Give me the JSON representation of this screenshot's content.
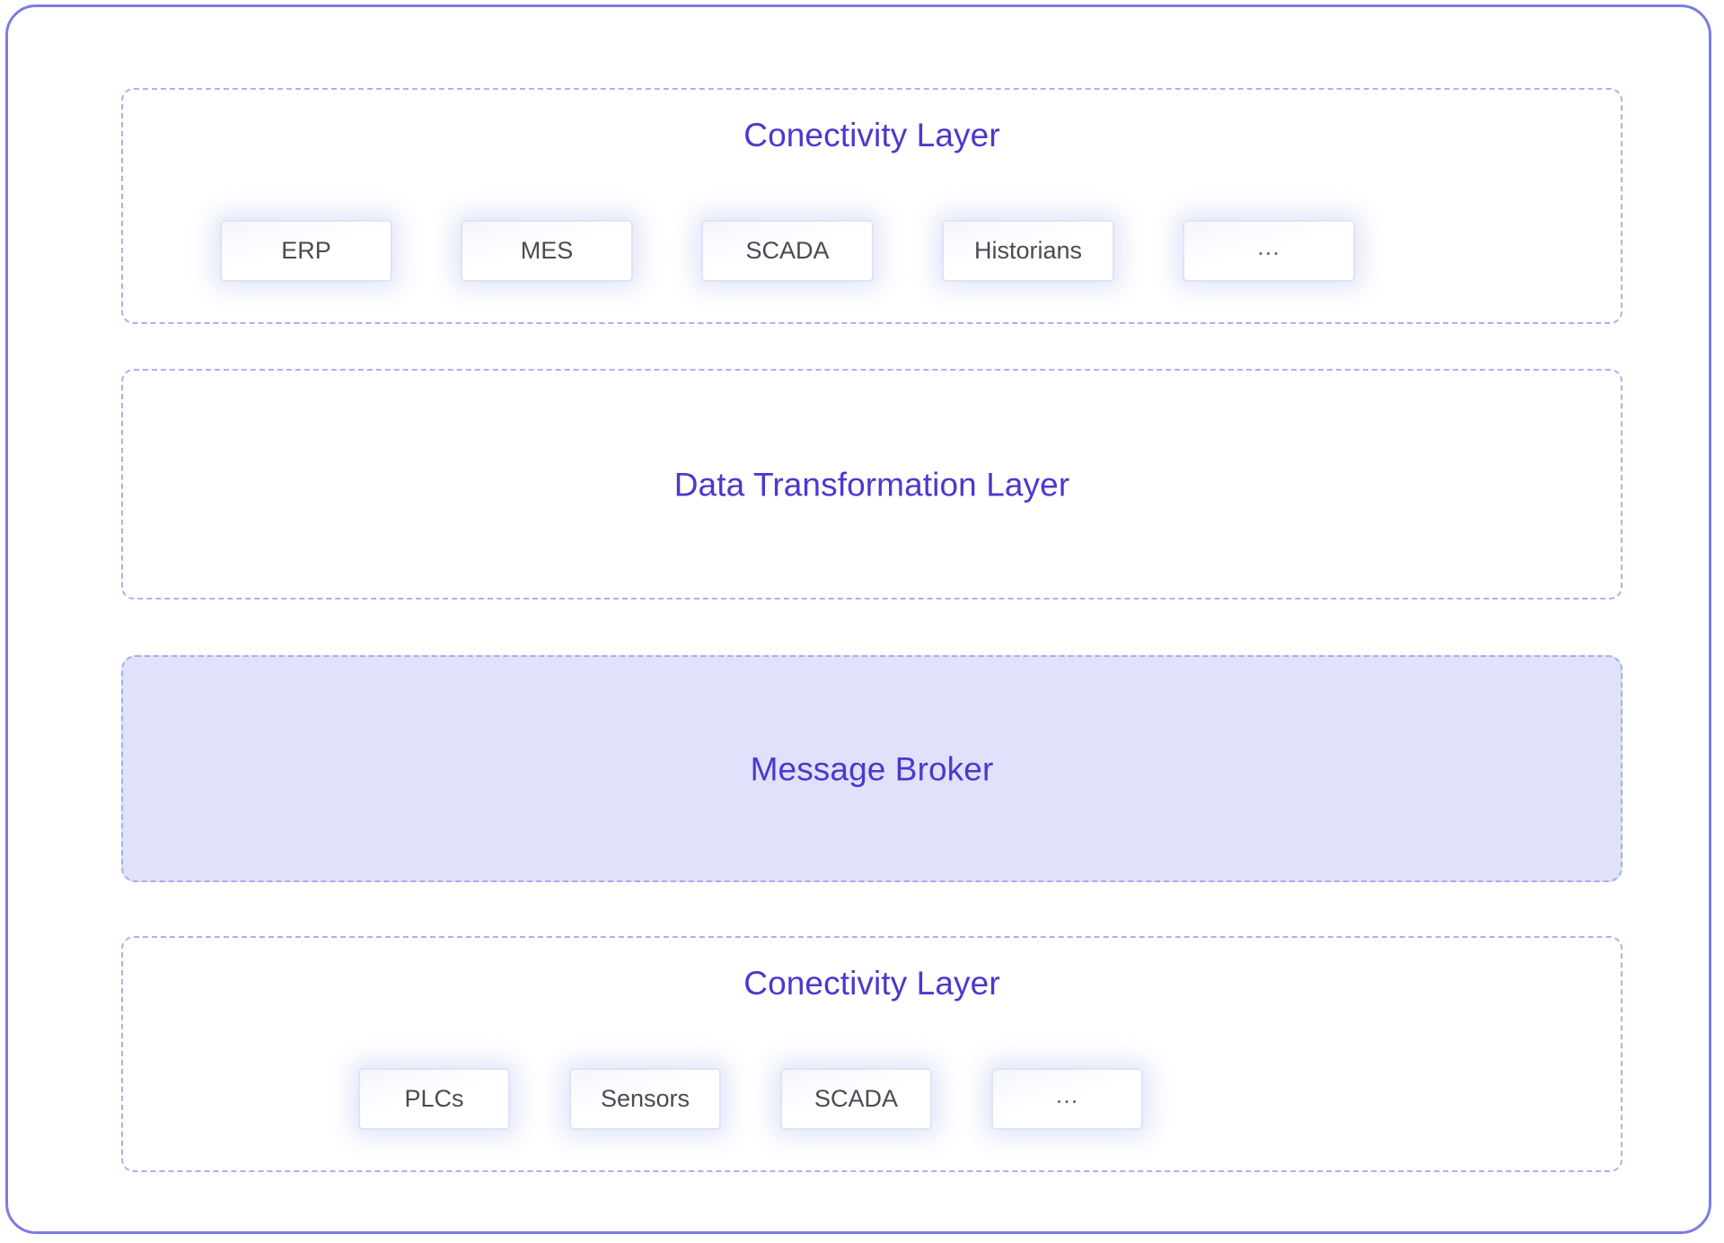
{
  "diagram": {
    "colors": {
      "frame_border": "#7b7ce3",
      "layer_border": "#aab1ef",
      "layer_title": "#4b38cf",
      "broker_fill": "#dfe2fa",
      "chip_text": "#4a4a52",
      "chip_border": "#dfe3f6",
      "background": "#ffffff"
    },
    "layers": [
      {
        "id": "connectivity-top",
        "title": "Conectivity Layer",
        "title_position": "top",
        "filled": false,
        "chips": [
          {
            "label": "ERP",
            "width": 192
          },
          {
            "label": "MES",
            "width": 192
          },
          {
            "label": "SCADA",
            "width": 192
          },
          {
            "label": "Historians",
            "width": 192
          },
          {
            "label": "...",
            "width": 192
          }
        ]
      },
      {
        "id": "transformation",
        "title": "Data Transformation Layer",
        "title_position": "center",
        "filled": false,
        "chips": []
      },
      {
        "id": "message-broker",
        "title": "Message Broker",
        "title_position": "center",
        "filled": true,
        "chips": []
      },
      {
        "id": "connectivity-bottom",
        "title": "Conectivity Layer",
        "title_position": "top",
        "filled": false,
        "chips": [
          {
            "label": "PLCs",
            "width": 169
          },
          {
            "label": "Sensors",
            "width": 169
          },
          {
            "label": "SCADA",
            "width": 169
          },
          {
            "label": "...",
            "width": 169
          }
        ]
      }
    ]
  }
}
